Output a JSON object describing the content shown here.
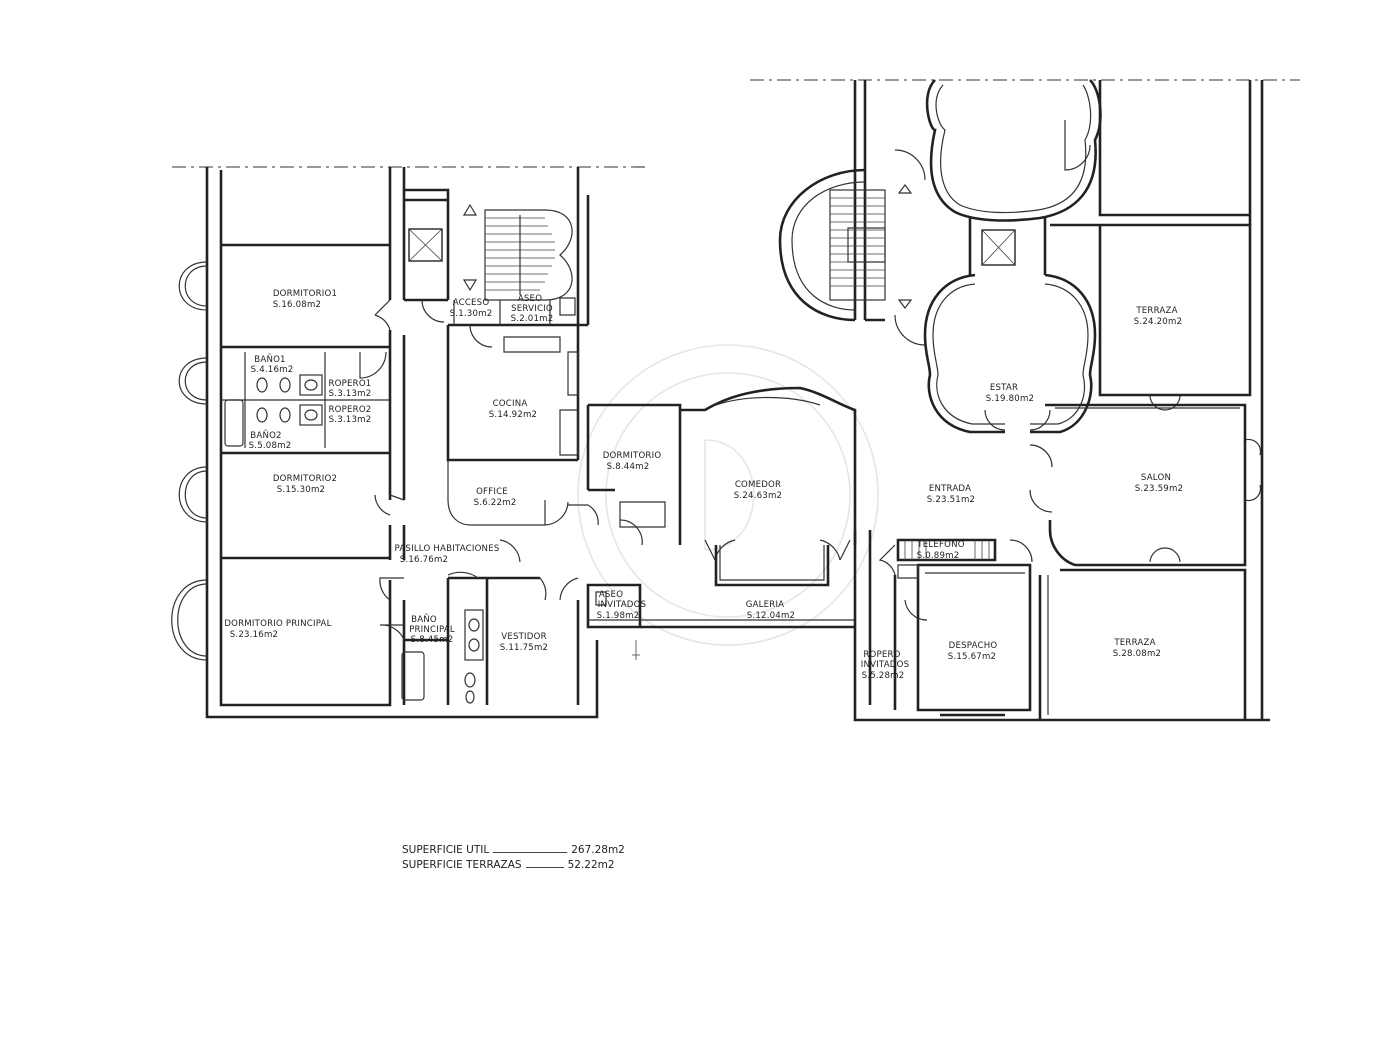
{
  "rooms": {
    "dormitorio1": [
      "DORMITORIO1",
      "S.16.08m2"
    ],
    "bano1": [
      "BAÑO1",
      "S.4.16m2"
    ],
    "ropero1": [
      "ROPERO1",
      "S.3.13m2"
    ],
    "ropero2": [
      "ROPERO2",
      "S.3.13m2"
    ],
    "bano2": [
      "BAÑO2",
      "S.5.08m2"
    ],
    "dormitorio2": [
      "DORMITORIO2",
      "S.15.30m2"
    ],
    "dormitorio_principal": [
      "DORMITORIO PRINCIPAL",
      "S.23.16m2"
    ],
    "pasillo": [
      "PASILLO HABITACIONES",
      "S.16.76m2"
    ],
    "bano_principal": [
      "BAÑO",
      "PRINCIPAL",
      "S.8.45m2"
    ],
    "vestidor": [
      "VESTIDOR",
      "S.11.75m2"
    ],
    "acceso": [
      "ACCESO",
      "S.1.30m2"
    ],
    "aseo_servicio": [
      "ASEO",
      "SERVICIO",
      "S.2.01m2"
    ],
    "cocina": [
      "COCINA",
      "S.14.92m2"
    ],
    "office": [
      "OFFICE",
      "S.6.22m2"
    ],
    "dormitorio": [
      "DORMITORIO",
      "S.8.44m2"
    ],
    "comedor": [
      "COMEDOR",
      "S.24.63m2"
    ],
    "aseo_invitados": [
      "ASEO",
      "INVITADOS",
      "S.1.98m2"
    ],
    "galeria": [
      "GALERIA",
      "S.12.04m2"
    ],
    "entrada": [
      "ENTRADA",
      "S.23.51m2"
    ],
    "estar": [
      "ESTAR",
      "S.19.80m2"
    ],
    "terraza1": [
      "TERRAZA",
      "S.24.20m2"
    ],
    "salon": [
      "SALON",
      "S.23.59m2"
    ],
    "telefono": [
      "TELEFONO",
      "S.0.89m2"
    ],
    "ropero_invitados": [
      "ROPERO",
      "INVITADOS",
      "S.5.28m2"
    ],
    "despacho": [
      "DESPACHO",
      "S.15.67m2"
    ],
    "terraza2": [
      "TERRAZA",
      "S.28.08m2"
    ]
  },
  "summary": {
    "util_label": "SUPERFICIE UTIL",
    "util_value": "267.28m2",
    "terrazas_label": "SUPERFICIE TERRAZAS",
    "terrazas_value": "52.22m2"
  },
  "icons": [
    "floor-plan",
    "stair-icon",
    "elevator-icon",
    "door-swing-icon",
    "bathtub-icon",
    "toilet-icon",
    "sink-icon",
    "watermark-logo"
  ]
}
